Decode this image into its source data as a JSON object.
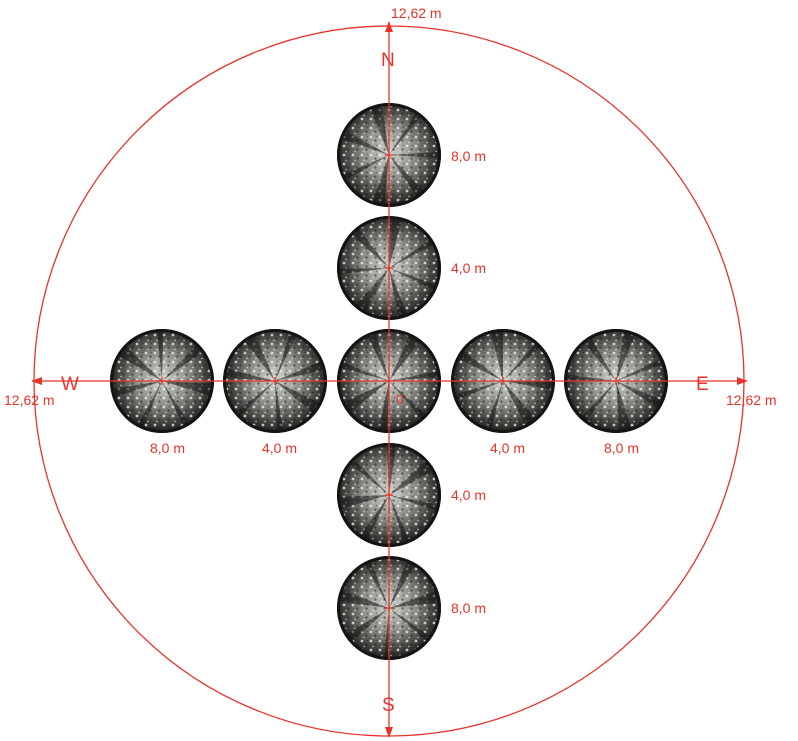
{
  "colors": {
    "line": "#e8322a",
    "photo_dark": "#141414",
    "photo_mid": "#5c605a",
    "photo_light": "#d4d6cf",
    "background": "#ffffff"
  },
  "plot": {
    "radius_label_top": "12,62 m",
    "radius_label_left": "12,62 m",
    "radius_label_right": "12,62 m"
  },
  "directions": {
    "north": "N",
    "south": "S",
    "west": "W",
    "east": "E"
  },
  "center": {
    "label": "0"
  },
  "photos": [
    {
      "id": "north-8",
      "direction": "north",
      "label": "8,0 m"
    },
    {
      "id": "north-4",
      "direction": "north",
      "label": "4,0 m"
    },
    {
      "id": "center",
      "direction": "center",
      "label": ""
    },
    {
      "id": "south-4",
      "direction": "south",
      "label": "4,0 m"
    },
    {
      "id": "south-8",
      "direction": "south",
      "label": "8,0 m"
    },
    {
      "id": "west-8",
      "direction": "west",
      "label": "8,0 m"
    },
    {
      "id": "west-4",
      "direction": "west",
      "label": "4,0 m"
    },
    {
      "id": "east-4",
      "direction": "east",
      "label": "4,0 m"
    },
    {
      "id": "east-8",
      "direction": "east",
      "label": "8,0 m"
    }
  ]
}
